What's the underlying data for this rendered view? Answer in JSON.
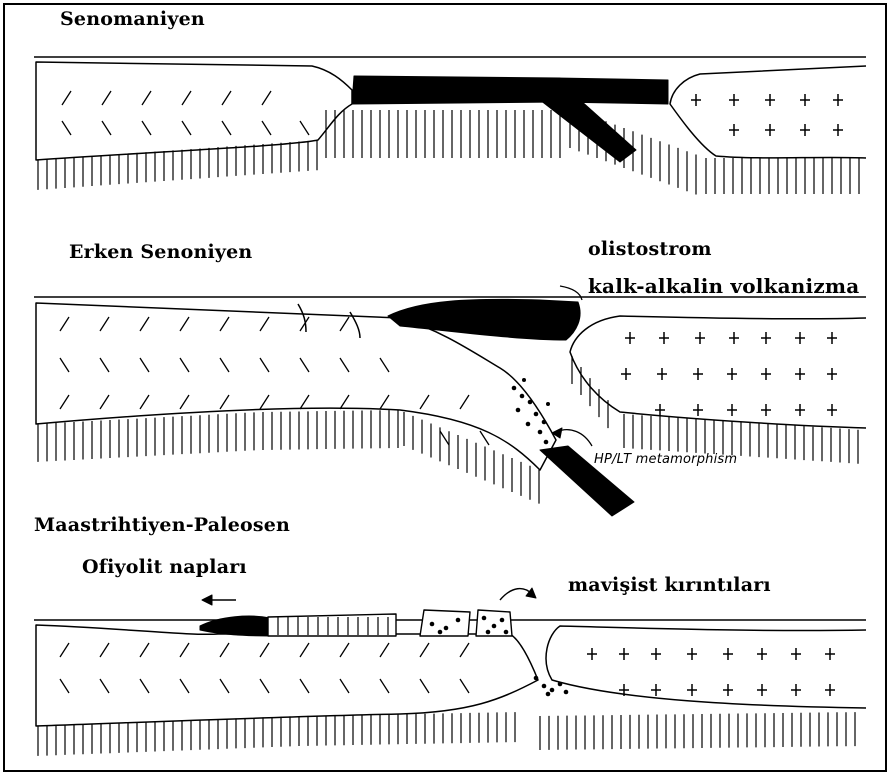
{
  "panels": [
    {
      "title": "Senomaniyen"
    },
    {
      "title": "Erken Senoniyen",
      "labels": {
        "olistostrom": "olistostrom",
        "volcanism": "kalk-alkalin volkanizma",
        "metamorphism": "HP/LT metamorphism"
      }
    },
    {
      "title": "Maastrihtiyen-Paleosen",
      "labels": {
        "ophiolite": "Ofiyolit napları",
        "blueschist": "mavişist kırıntıları"
      }
    }
  ]
}
